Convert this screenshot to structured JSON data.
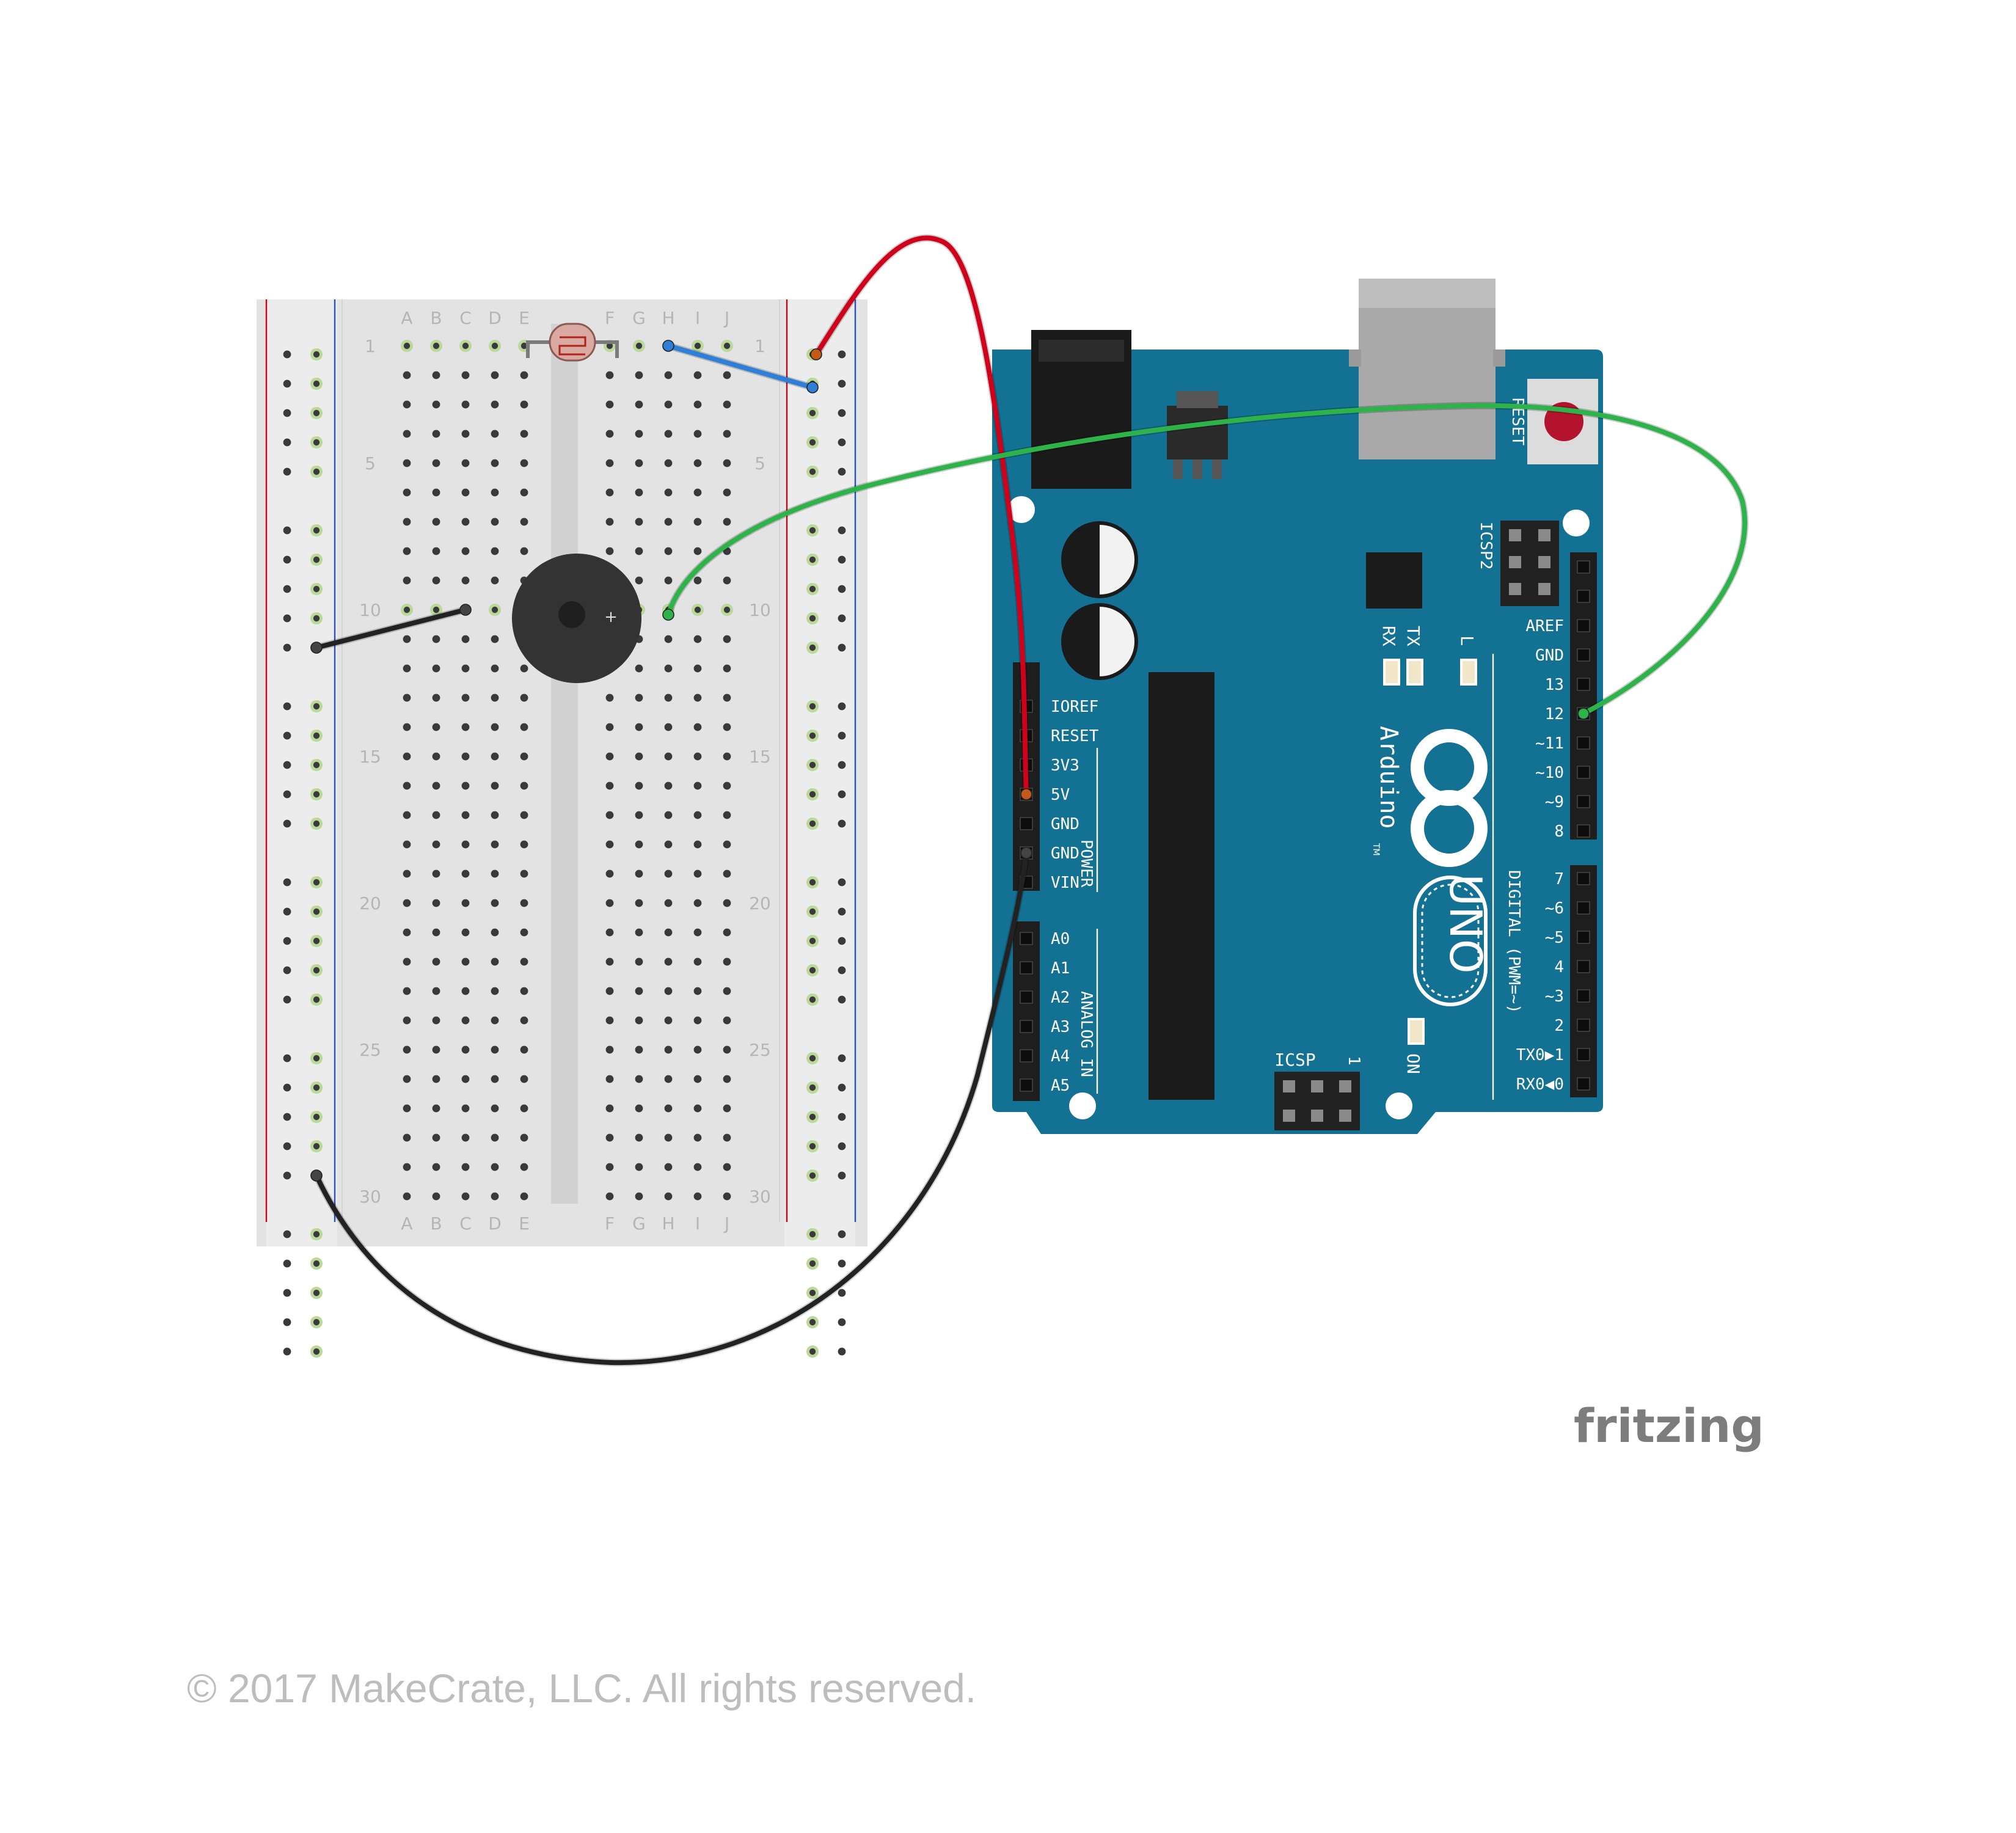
{
  "breadboard": {
    "columns_left": [
      "A",
      "B",
      "C",
      "D",
      "E"
    ],
    "columns_right": [
      "F",
      "G",
      "H",
      "I",
      "J"
    ],
    "row_numbers": [
      "1",
      "5",
      "10",
      "15",
      "20",
      "25",
      "30"
    ]
  },
  "arduino": {
    "brand": "Arduino",
    "trademark": "TM",
    "model": "UNO",
    "reset_label": "RESET",
    "icsp2_label": "ICSP2",
    "icsp_label": "ICSP",
    "icsp_pin1": "1",
    "led_labels": {
      "rx": "RX",
      "tx": "TX",
      "l": "L",
      "on": "ON"
    },
    "power_pins": [
      "IOREF",
      "RESET",
      "3V3",
      "5V",
      "GND",
      "GND",
      "VIN"
    ],
    "power_group": "POWER",
    "analog_pins": [
      "A0",
      "A1",
      "A2",
      "A3",
      "A4",
      "A5"
    ],
    "analog_group": "ANALOG IN",
    "digital_top": [
      "AREF",
      "GND",
      "13",
      "12",
      "~11",
      "~10",
      "~9",
      "8"
    ],
    "digital_bottom": [
      "7",
      "~6",
      "~5",
      "4",
      "~3",
      "2",
      "TX0▶1",
      "RX0◀0"
    ],
    "digital_group": "DIGITAL (PWM=~)"
  },
  "wires": [
    {
      "name": "red-wire",
      "color": "#d0021b"
    },
    {
      "name": "blue-wire",
      "color": "#2f7ed8"
    },
    {
      "name": "green-wire",
      "color": "#2eb24a"
    },
    {
      "name": "black-wire-ground",
      "color": "#222222"
    },
    {
      "name": "black-wire-short",
      "color": "#222222"
    }
  ],
  "colors": {
    "board_blue": "#137193",
    "breadboard": "#e2e2e2",
    "rail_red": "#d0021b",
    "rail_blue": "#2a52be"
  },
  "footer": {
    "watermark": "fritzing",
    "copyright": "© 2017 MakeCrate, LLC.  All rights reserved."
  }
}
